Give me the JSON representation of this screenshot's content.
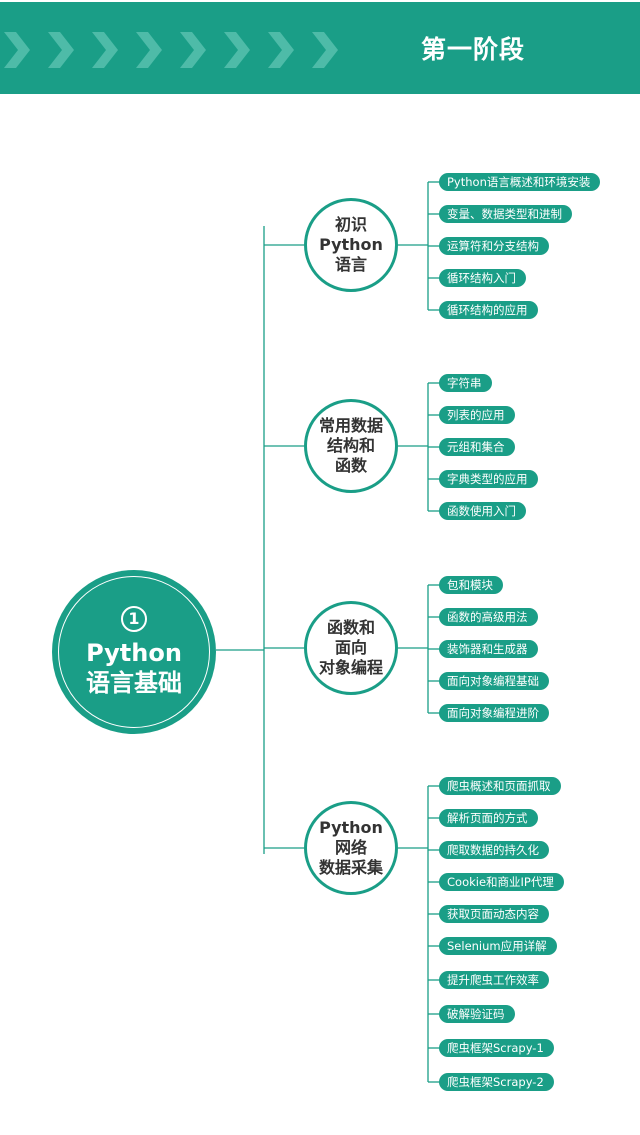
{
  "header": {
    "title": "第一阶段"
  },
  "root": {
    "number": "1",
    "line1": "Python",
    "line2": "语言基础"
  },
  "branches": [
    {
      "lines": [
        "初识",
        "Python",
        "语言"
      ],
      "leaves": [
        "Python语言概述和环境安装",
        "变量、数据类型和进制",
        "运算符和分支结构",
        "循环结构入门",
        "循环结构的应用"
      ]
    },
    {
      "lines": [
        "常用数据",
        "结构和",
        "函数"
      ],
      "leaves": [
        "字符串",
        "列表的应用",
        "元组和集合",
        "字典类型的应用",
        "函数使用入门"
      ]
    },
    {
      "lines": [
        "函数和",
        "面向",
        "对象编程"
      ],
      "leaves": [
        "包和模块",
        "函数的高级用法",
        "装饰器和生成器",
        "面向对象编程基础",
        "面向对象编程进阶"
      ]
    },
    {
      "lines": [
        "Python",
        "网络",
        "数据采集"
      ],
      "leaves": [
        "爬虫概述和页面抓取",
        "解析页面的方式",
        "爬取数据的持久化",
        "Cookie和商业IP代理",
        "获取页面动态内容",
        "Selenium应用详解",
        "提升爬虫工作效率",
        "破解验证码",
        "爬虫框架Scrapy-1",
        "爬虫框架Scrapy-2"
      ]
    }
  ],
  "colors": {
    "accent": "#1a9e87",
    "chevron": "#4ebba8",
    "text": "#333333"
  }
}
